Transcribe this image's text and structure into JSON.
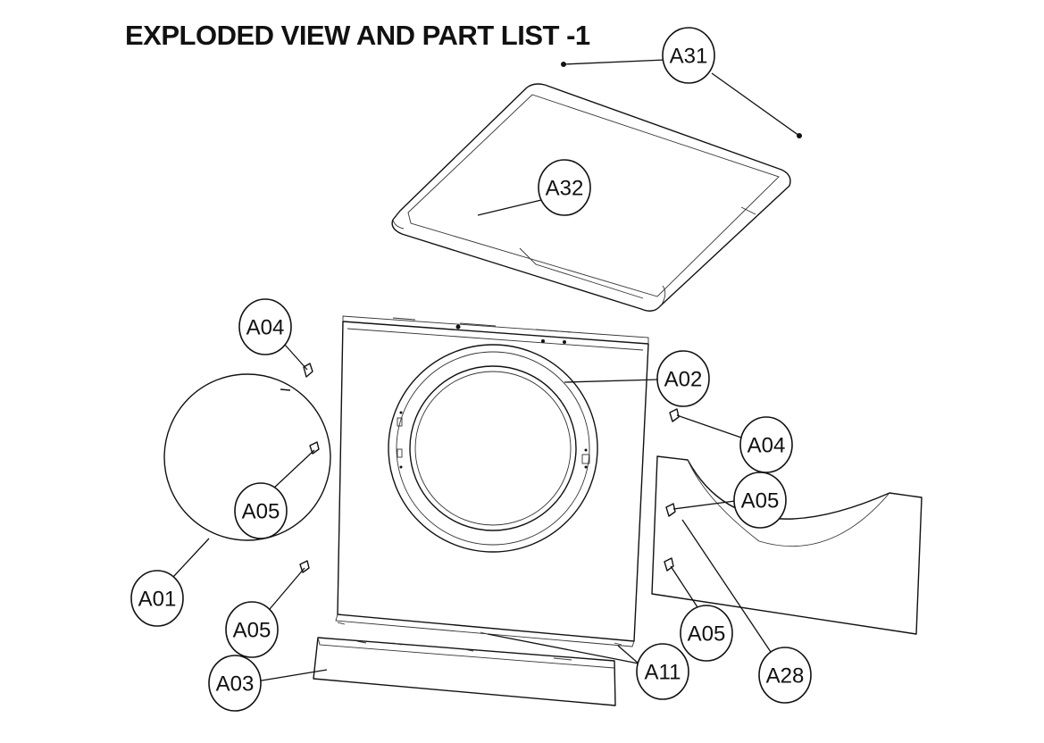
{
  "title": "EXPLODED VIEW AND PART LIST -1",
  "callouts": {
    "a31": "A31",
    "a32": "A32",
    "a04_left": "A04",
    "a02": "A02",
    "a04_right": "A04",
    "a05_circle": "A05",
    "a05_right_upper": "A05",
    "a01": "A01",
    "a05_left_lower": "A05",
    "a05_right_lower": "A05",
    "a03": "A03",
    "a11": "A11",
    "a28": "A28"
  }
}
